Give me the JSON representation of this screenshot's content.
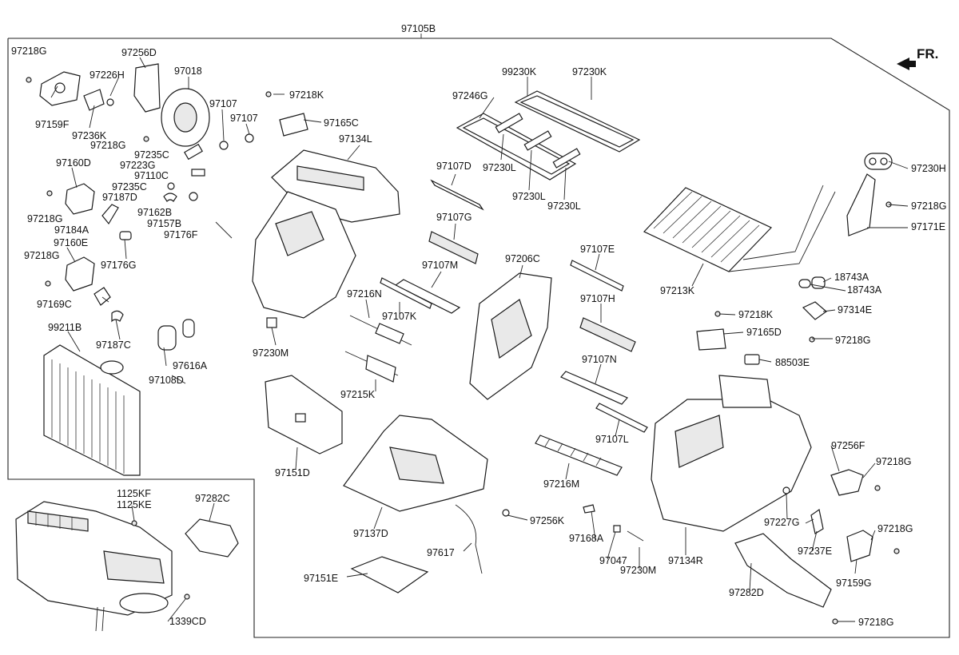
{
  "diagram": {
    "assembly_number": "97105B",
    "direction_indicator": "FR.",
    "labels": [
      {
        "id": "97218G"
      },
      {
        "id": "97256D"
      },
      {
        "id": "97226H"
      },
      {
        "id": "97018"
      },
      {
        "id": "97159F"
      },
      {
        "id": "97236K"
      },
      {
        "id": "97107"
      },
      {
        "id": "97107"
      },
      {
        "id": "97218G"
      },
      {
        "id": "97235C"
      },
      {
        "id": "97223G"
      },
      {
        "id": "97110C"
      },
      {
        "id": "97235C"
      },
      {
        "id": "97187D"
      },
      {
        "id": "97162B"
      },
      {
        "id": "97157B"
      },
      {
        "id": "97176F"
      },
      {
        "id": "97160D"
      },
      {
        "id": "97218G"
      },
      {
        "id": "97184A"
      },
      {
        "id": "97160E"
      },
      {
        "id": "97218G"
      },
      {
        "id": "97176G"
      },
      {
        "id": "97169C"
      },
      {
        "id": "97187C"
      },
      {
        "id": "99211B"
      },
      {
        "id": "97616A"
      },
      {
        "id": "97108D"
      },
      {
        "id": "97218K"
      },
      {
        "id": "97165C"
      },
      {
        "id": "97134L"
      },
      {
        "id": "97246G"
      },
      {
        "id": "99230K"
      },
      {
        "id": "97230K"
      },
      {
        "id": "97230L"
      },
      {
        "id": "97230L"
      },
      {
        "id": "97230L"
      },
      {
        "id": "97230H"
      },
      {
        "id": "97218G"
      },
      {
        "id": "97171E"
      },
      {
        "id": "97107D"
      },
      {
        "id": "97107G"
      },
      {
        "id": "97107M"
      },
      {
        "id": "97206C"
      },
      {
        "id": "97216N"
      },
      {
        "id": "97107K"
      },
      {
        "id": "97107E"
      },
      {
        "id": "97213K"
      },
      {
        "id": "18743A"
      },
      {
        "id": "18743A"
      },
      {
        "id": "97314E"
      },
      {
        "id": "97218G"
      },
      {
        "id": "97107H"
      },
      {
        "id": "97218K"
      },
      {
        "id": "97165D"
      },
      {
        "id": "97230M"
      },
      {
        "id": "97215K"
      },
      {
        "id": "97107N"
      },
      {
        "id": "88503E"
      },
      {
        "id": "97107L"
      },
      {
        "id": "97151D"
      },
      {
        "id": "97256F"
      },
      {
        "id": "97218G"
      },
      {
        "id": "97216M"
      },
      {
        "id": "1125KF"
      },
      {
        "id": "1125KE"
      },
      {
        "id": "97282C"
      },
      {
        "id": "97137D"
      },
      {
        "id": "97256K"
      },
      {
        "id": "97227G"
      },
      {
        "id": "97168A"
      },
      {
        "id": "97218G"
      },
      {
        "id": "97237E"
      },
      {
        "id": "97617"
      },
      {
        "id": "97047"
      },
      {
        "id": "97134R"
      },
      {
        "id": "97230M"
      },
      {
        "id": "97159G"
      },
      {
        "id": "97151E"
      },
      {
        "id": "97282D"
      },
      {
        "id": "1339CD"
      },
      {
        "id": "97218G"
      }
    ]
  }
}
